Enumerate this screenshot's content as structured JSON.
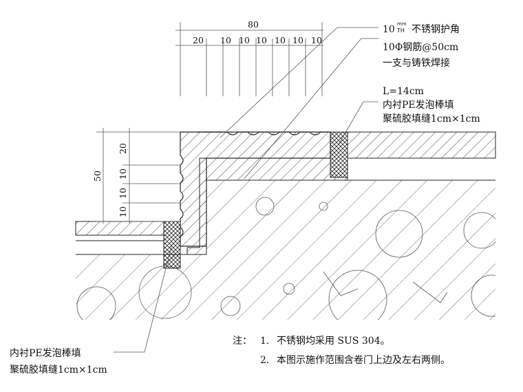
{
  "dimensions": {
    "top_total": "80",
    "top_parts": [
      "20",
      "10",
      "10",
      "10",
      "10",
      "10",
      "10"
    ],
    "left_total": "50",
    "left_parts": [
      "20",
      "10",
      "10",
      "10"
    ]
  },
  "callouts": {
    "corner_thickness": "10",
    "corner_unit_top": "mm",
    "corner_unit_bottom": "TH",
    "corner_label": "不锈钢护角",
    "rebar_line1": "10Φ钢筋@50cm",
    "rebar_line2": "一支与铸铁焊接",
    "joint_right_length": "L=14cm",
    "joint_right_line1": "内衬PE发泡棒填",
    "joint_right_line2": "聚硫胶填缝1cm×1cm",
    "joint_left_line1": "内衬PE发泡棒填",
    "joint_left_line2": "聚硫胶填缝1cm×1cm"
  },
  "notes": {
    "prefix": "注：",
    "items": [
      {
        "num": "1.",
        "text": "不锈钢均采用 SUS 304。"
      },
      {
        "num": "2.",
        "text": "本图示施作范围含卷门上边及左右两侧。"
      }
    ]
  }
}
